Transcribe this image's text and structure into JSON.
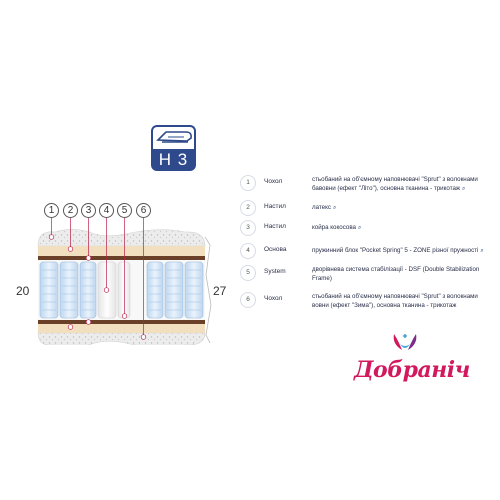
{
  "badge": {
    "label": "H 3",
    "icon": "mattress-firmness-icon"
  },
  "sections": [
    "1",
    "2",
    "3",
    "4",
    "5",
    "6"
  ],
  "dimensions": {
    "left": "20",
    "right": "27"
  },
  "layers": [
    {
      "index": "1",
      "name": "Чохол",
      "desc": "стьобаний на об'ємному наповнювачі \"Sprut\" з волокнами бавовни (ефект \"Літо\"), основна тканина - трикотаж"
    },
    {
      "index": "2",
      "name": "Настил",
      "desc": "латекс"
    },
    {
      "index": "3",
      "name": "Настил",
      "desc": "койра кокосова"
    },
    {
      "index": "4",
      "name": "Основа",
      "desc": "пружинний блок \"Pocket Spring\" 5 - ZONE різної пружності"
    },
    {
      "index": "5",
      "name": "System",
      "desc": "дворівнева система стабілізації - DSF (Double Stabilization Frame)"
    },
    {
      "index": "6",
      "name": "Чохол",
      "desc": "стьобаний на об'ємному наповнювачі \"Sprut\" з волокнами вовни (ефект \"Зима\"), основна тканина - трикотаж"
    }
  ],
  "brand": {
    "name": "Добраніч",
    "colors": {
      "primary": "#d2185e",
      "accent": "#4aa8d8"
    }
  }
}
